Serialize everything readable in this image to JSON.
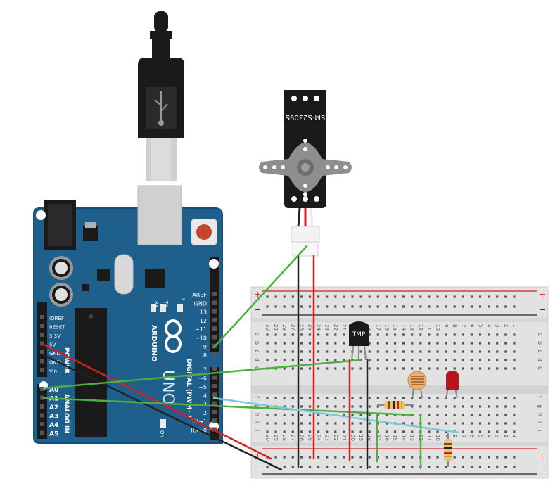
{
  "usb_cable": {
    "symbol": "usb-symbol"
  },
  "servo": {
    "label": "SM-S2309S"
  },
  "arduino": {
    "brand": "ARDUINO",
    "model": "UNO",
    "power_header": [
      "IOREF",
      "RESET",
      "3.3V",
      "5V",
      "GND",
      "GND",
      "Vin"
    ],
    "power_title": "POWER",
    "analog_header": [
      "A0",
      "A1",
      "A2",
      "A3",
      "A4",
      "A5"
    ],
    "analog_title": "ANALOG IN",
    "digital_labels": [
      "AREF",
      "GND",
      "13",
      "12",
      "~11",
      "~10",
      "~9",
      "8",
      "7",
      "~6",
      "~5",
      "4",
      "~3",
      "2",
      "TX→1",
      "RX←0"
    ],
    "digital_title": "DIGITAL (PWM~)",
    "led_labels": [
      "RX",
      "TX",
      "L"
    ],
    "on_label": "ON"
  },
  "breadboard": {
    "row_letters_top": [
      "a",
      "b",
      "c",
      "d",
      "e"
    ],
    "row_letters_bottom": [
      "f",
      "g",
      "h",
      "i",
      "j"
    ],
    "columns": [
      "30",
      "29",
      "28",
      "27",
      "26",
      "25",
      "24",
      "23",
      "22",
      "21",
      "20",
      "19",
      "18",
      "17",
      "16",
      "15",
      "14",
      "13",
      "12",
      "11",
      "10",
      "9",
      "8",
      "7",
      "6",
      "5",
      "4",
      "3",
      "2",
      "1"
    ],
    "rail_plus": "+",
    "rail_minus": "−"
  },
  "components": {
    "temp_sensor": "TMP",
    "photoresistor": "photoresistor",
    "led": "red-led",
    "resistors": [
      "resistor-1",
      "resistor-2"
    ]
  },
  "colors": {
    "board_blue": "#1f5f8c",
    "breadboard": "#e2e2e2",
    "wire_red": "#d42020",
    "wire_black": "#222222",
    "wire_green": "#4caf3f",
    "wire_blue": "#7ec8de",
    "led_red": "#b8141e"
  }
}
